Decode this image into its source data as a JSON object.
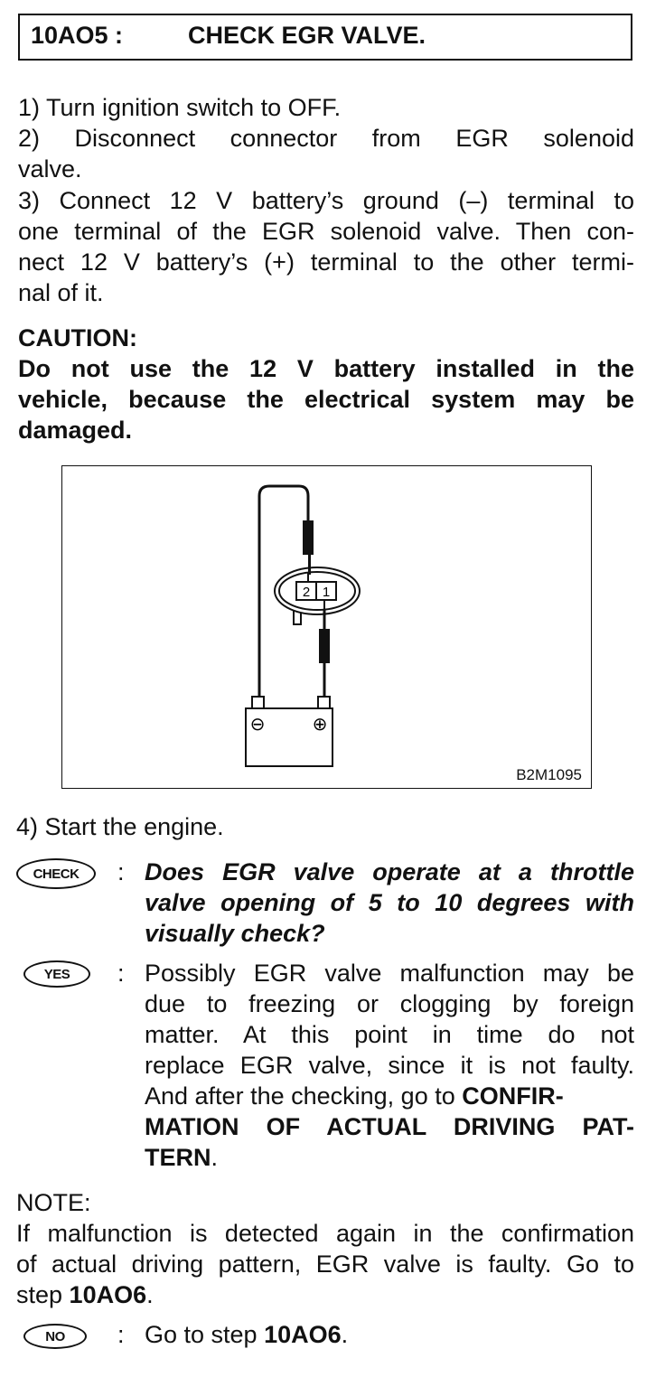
{
  "header": {
    "code": "10AO5 :",
    "title": "CHECK EGR VALVE."
  },
  "steps": {
    "s1": "1)  Turn ignition switch to OFF.",
    "s2_l1": "2) Disconnect connector from EGR solenoid",
    "s2_l2": "valve.",
    "s3_l1": "3) Connect 12 V battery’s ground (–) terminal to",
    "s3_l2": "one terminal of the EGR solenoid valve. Then con-",
    "s3_l3": "nect 12 V battery’s (+) terminal to the other termi-",
    "s3_l4": "nal of it."
  },
  "caution": {
    "heading": "CAUTION:",
    "l1": "Do not use the 12 V battery installed in the",
    "l2": "vehicle, because the electrical system may be",
    "l3": "damaged."
  },
  "figure": {
    "id": "B2M1095",
    "pin_left": "2",
    "pin_right": "1",
    "terminal_neg": "⊖",
    "terminal_pos": "⊕"
  },
  "step4": "4)  Start the engine.",
  "check": {
    "badge": "CHECK",
    "colon": ":",
    "l1": "Does EGR valve operate at a throttle",
    "l2": "valve opening of 5 to 10 degrees with",
    "l3": "visually check?"
  },
  "yes": {
    "badge": "YES",
    "colon": ":",
    "l1": "Possibly EGR valve malfunction may be",
    "l2": "due to freezing or clogging by foreign",
    "l3": "matter. At this point in time do not",
    "l4": "replace EGR valve, since it is not faulty.",
    "l5_plain": "And after the checking, go to ",
    "l5_bold": "CONFIR-",
    "l6": "MATION OF ACTUAL DRIVING PAT-",
    "l7_bold": "TERN",
    "l7_plain": "."
  },
  "note": {
    "heading": "NOTE:",
    "l1": "If malfunction is detected again in the confirmation",
    "l2": "of actual driving pattern, EGR valve is faulty. Go to",
    "l3_plain": "step ",
    "l3_bold": "10AO6",
    "l3_end": "."
  },
  "no": {
    "badge": "NO",
    "colon": ":",
    "text_plain": "Go to step ",
    "text_bold": "10AO6",
    "text_end": "."
  }
}
